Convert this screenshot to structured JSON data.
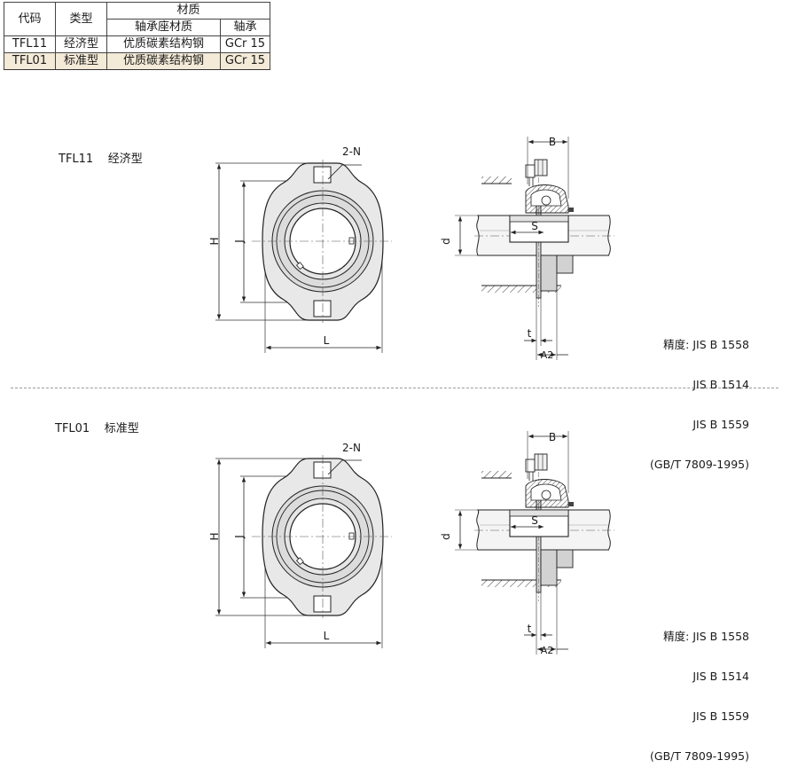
{
  "table": {
    "headers": {
      "code": "代码",
      "type": "类型",
      "material": "材质",
      "housing_material": "轴承座材质",
      "bearing": "轴承"
    },
    "rows": [
      {
        "code": "TFL11",
        "type": "经济型",
        "housing_material": "优质碳素结构钢",
        "bearing": "GCr 15"
      },
      {
        "code": "TFL01",
        "type": "标准型",
        "housing_material": "优质碳素结构钢",
        "bearing": "GCr 15"
      }
    ],
    "highlight_color": "#f3ead7"
  },
  "sections": [
    {
      "label": "TFL11    经济型",
      "dims": {
        "n": "2-N",
        "h": "H",
        "j": "J",
        "l": "L",
        "b": "B",
        "d": "d",
        "s": "S",
        "t": "t",
        "a2": "A2"
      },
      "accuracy": [
        "精度: JIS B 1558",
        "JIS B 1514",
        "JIS B 1559",
        "(GB/T 7809-1995)"
      ]
    },
    {
      "label": "TFL01    标准型",
      "dims": {
        "n": "2-N",
        "h": "H",
        "j": "J",
        "l": "L",
        "b": "B",
        "d": "d",
        "s": "S",
        "t": "t",
        "a2": "A2"
      },
      "accuracy": [
        "精度: JIS B 1558",
        "JIS B 1514",
        "JIS B 1559",
        "(GB/T 7809-1995)"
      ]
    }
  ]
}
